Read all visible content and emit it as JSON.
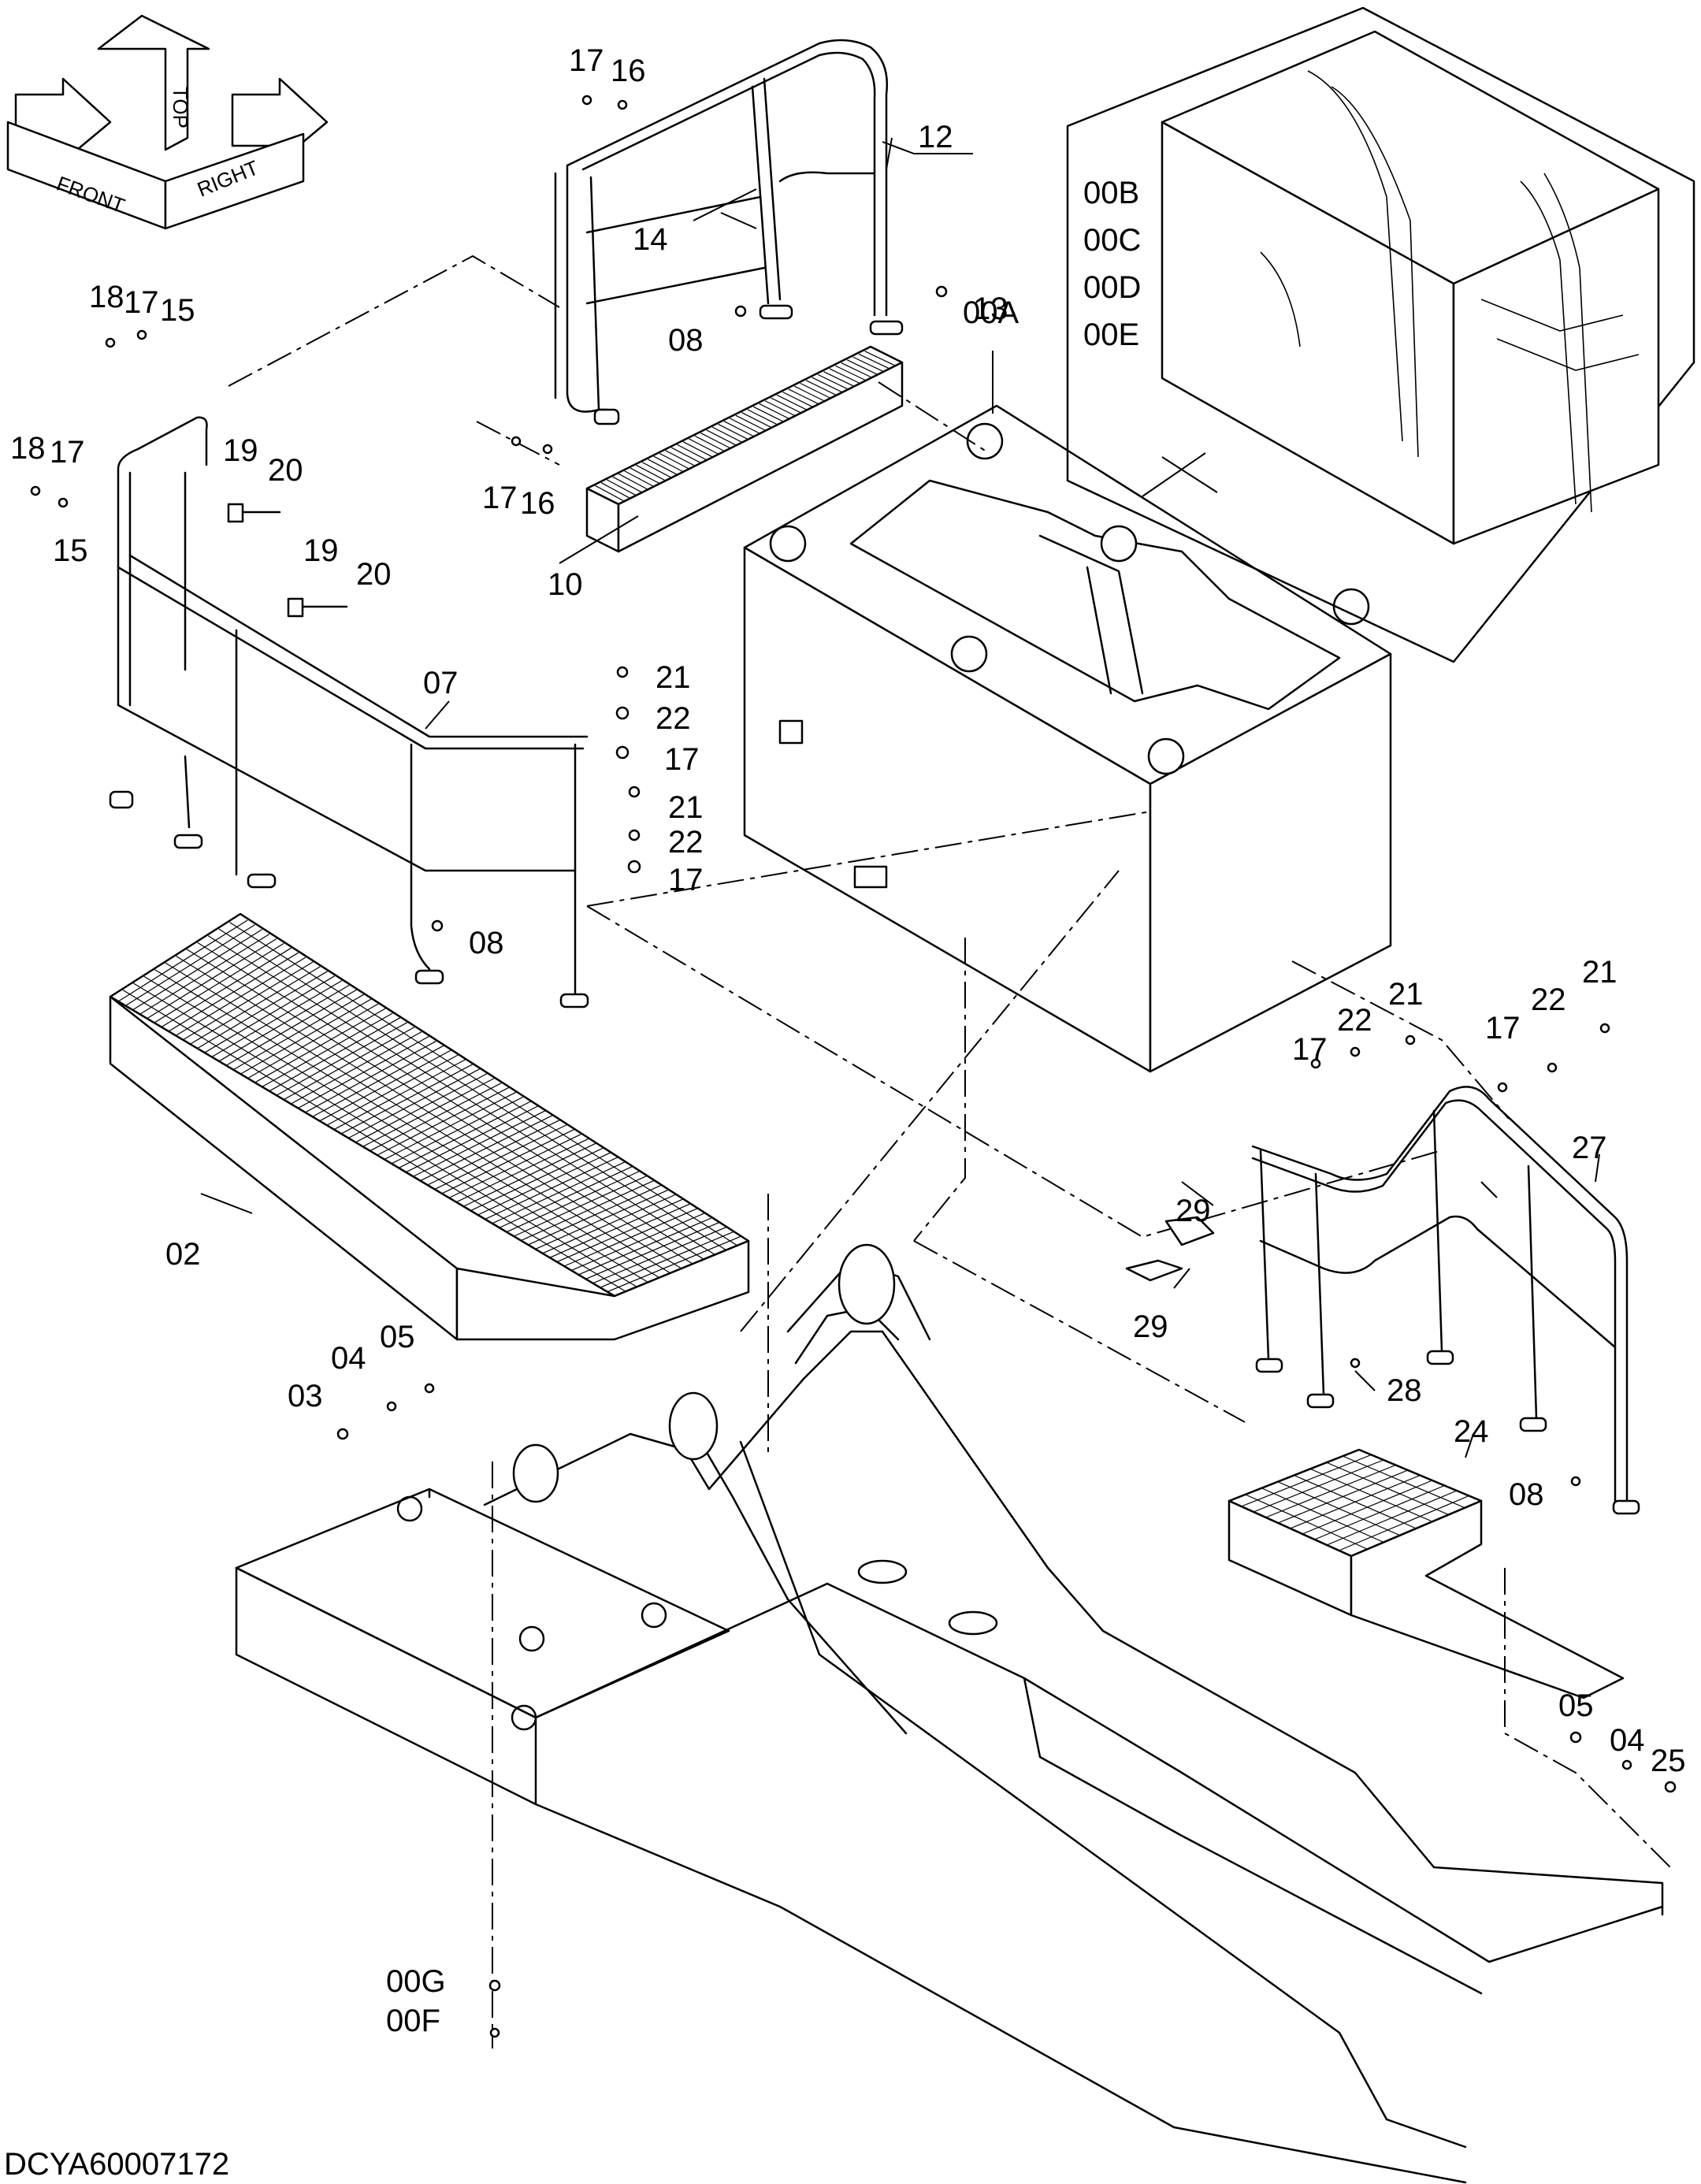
{
  "orientation": {
    "labels": [
      "FRONT",
      "TOP",
      "RIGHT"
    ]
  },
  "document_id": "DCYA60007172",
  "detail_callouts": [
    "00B",
    "00C",
    "00D",
    "00E"
  ],
  "callouts": {
    "c00A": "00A",
    "c02": "02",
    "c03": "03",
    "c04a": "04",
    "c05a": "05",
    "c04b": "04",
    "c05b": "05",
    "c07": "07",
    "c08a": "08",
    "c08b": "08",
    "c08c": "08",
    "c10": "10",
    "c12": "12",
    "c13": "13",
    "c14": "14",
    "c15a": "15",
    "c15b": "15",
    "c16a": "16",
    "c16b": "16",
    "c17a": "17",
    "c17b": "17",
    "c17c": "17",
    "c17d": "17",
    "c17e": "17",
    "c17f": "17",
    "c17g": "17",
    "c17h": "17",
    "c18a": "18",
    "c18b": "18",
    "c19a": "19",
    "c19b": "19",
    "c20a": "20",
    "c20b": "20",
    "c21a": "21",
    "c21b": "21",
    "c21c": "21",
    "c21d": "21",
    "c22a": "22",
    "c22b": "22",
    "c22c": "22",
    "c22d": "22",
    "c24": "24",
    "c25": "25",
    "c27": "27",
    "c28": "28",
    "c29a": "29",
    "c29b": "29",
    "c00G": "00G",
    "c00F": "00F"
  }
}
